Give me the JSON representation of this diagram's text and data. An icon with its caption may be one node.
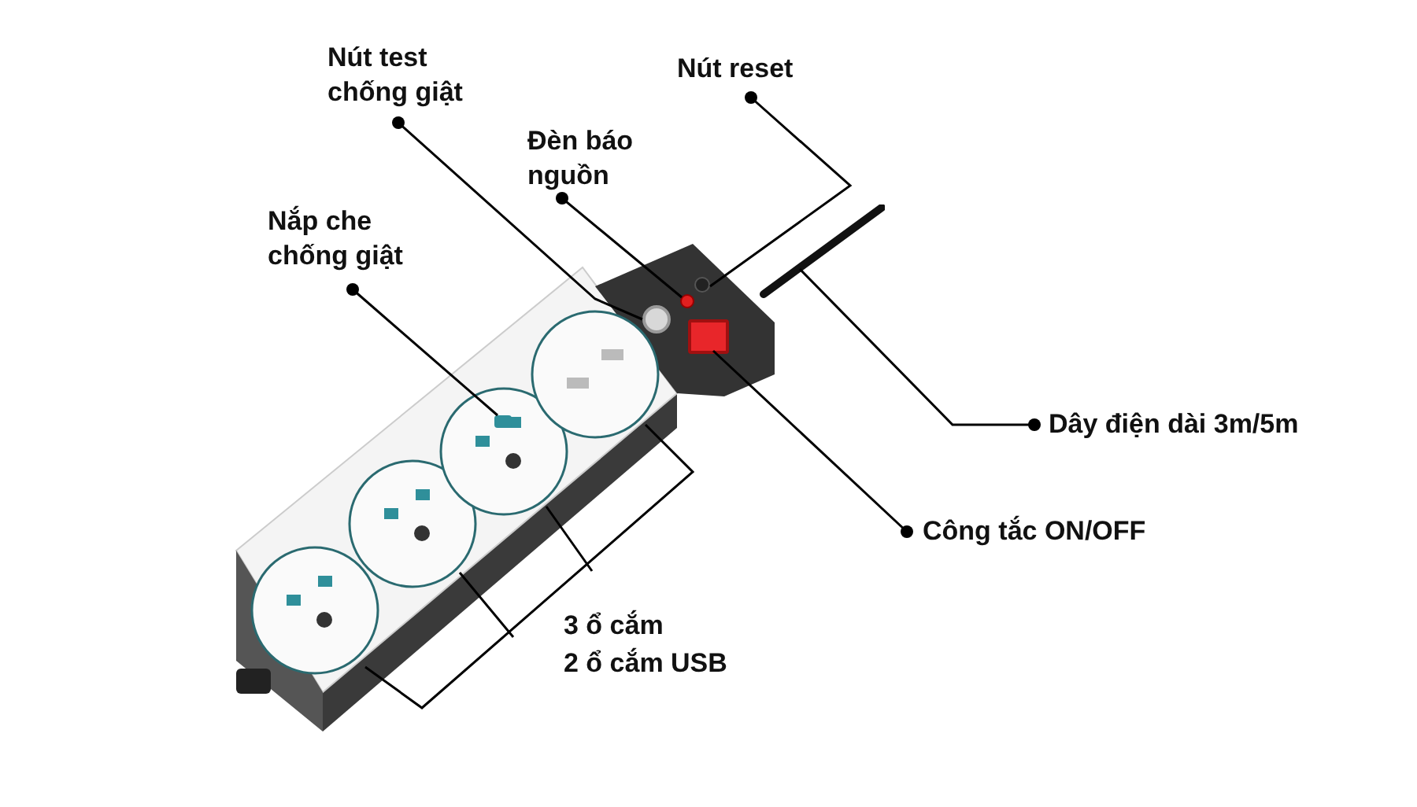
{
  "diagram": {
    "nodes": [
      {
        "text": [
          "Nút test chống giật"
        ]
      },
      {
        "text": [
          "Nút reset"
        ]
      },
      {
        "text": [
          "Đèn báo nguồn"
        ]
      },
      {
        "text": [
          "Nắp che chống giật"
        ]
      },
      {
        "text": [
          "Dây điện dài 3m/5m"
        ]
      },
      {
        "text": [
          "Công tắc ON/OFF"
        ]
      },
      {
        "text": [],
        "shape": "circle"
      },
      {
        "text": [],
        "shape": "circle"
      },
      {
        "text": [],
        "shape": "circle"
      },
      {
        "text": [],
        "shape": "box"
      },
      {
        "text": [],
        "shape": "bar"
      },
      {
        "text": [],
        "shape": "box"
      }
    ],
    "edges": [
      {
        "from": 0,
        "to": 6,
        "arrow": "other"
      },
      {
        "from": 1,
        "to": 7,
        "arrow": "other"
      },
      {
        "from": 2,
        "to": 8,
        "arrow": "other"
      },
      {
        "from": 3,
        "to": 9,
        "arrow": "other"
      },
      {
        "from": 4,
        "to": 10,
        "arrow": "other"
      },
      {
        "from": 5,
        "to": 11,
        "arrow": "other"
      }
    ],
    "labels": [
      "3 ổ cắm",
      "2 ổ cắm USB"
    ]
  }
}
